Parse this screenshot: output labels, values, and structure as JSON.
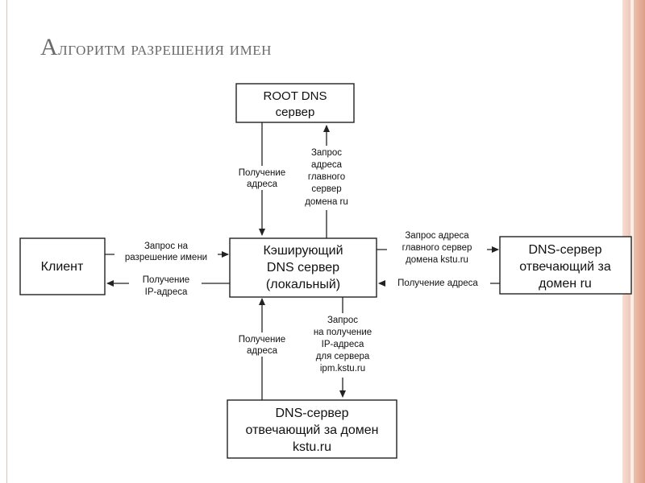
{
  "title": {
    "first": "А",
    "rest": "лгоритм разрешения имен"
  },
  "nodes": {
    "root": [
      "ROOT DNS",
      "сервер"
    ],
    "client": [
      "Клиент"
    ],
    "cache": [
      "Кэширующий",
      "DNS сервер",
      "(локальный)"
    ],
    "dns_ru": [
      "DNS-сервер",
      "отвечающий за",
      "домен ru"
    ],
    "dns_kstu": [
      "DNS-сервер",
      "отвечающий за домен",
      "kstu.ru"
    ]
  },
  "edges": {
    "root_to_cache": [
      "Получение",
      "адреса"
    ],
    "cache_to_root": [
      "Запрос",
      "адреса",
      "главного",
      "сервер",
      "домена ru"
    ],
    "client_to_cache": [
      "Запрос на",
      "разрешение имени"
    ],
    "cache_to_client": [
      "Получение",
      "IP-адреса"
    ],
    "cache_to_ru": [
      "Запрос адреса",
      "главного сервер",
      "домена kstu.ru"
    ],
    "ru_to_cache": [
      "Получение адреса"
    ],
    "kstu_to_cache": [
      "Получение",
      "адреса"
    ],
    "cache_to_kstu": [
      "Запрос",
      "на получение",
      "IP-адреса",
      "для сервера",
      "ipm.kstu.ru"
    ]
  }
}
